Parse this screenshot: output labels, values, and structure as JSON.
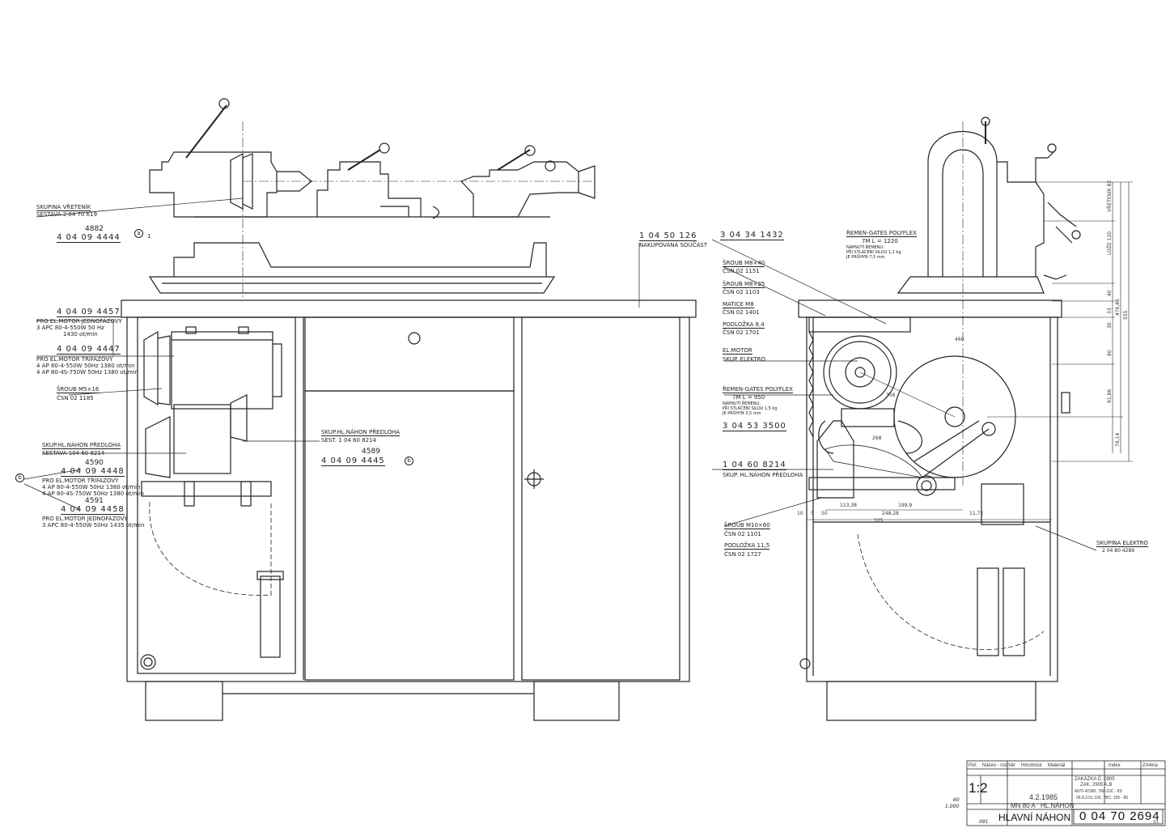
{
  "left_view": {
    "spindle_group": {
      "title": "SKUPINA  VŘETENÍK",
      "assembly": "SESTAVA  2 04 70 619",
      "alt_number": "4882",
      "number": "4 04 09 4444",
      "ref": "a",
      "mark": "1"
    },
    "purchased": {
      "number": "1 04 50  126",
      "text": "NAKUPOVANÁ SOUČÁST"
    },
    "motor_single_1": {
      "number": "4 04 09 4457",
      "line1": "PRO EL.MOTOR JEDNOFÁZOVÝ",
      "line2": "3 APC 80-4-550W 50 Hz",
      "line3": "1430 ot/min"
    },
    "motor_three_1": {
      "number": "4 04 09 4447",
      "line1": "PRO EL.MOTOR TŘÍFÁZOVÝ",
      "line2": "4 AP 80-4-550W 50Hz 1380 ot/min",
      "line3": "4 AP 80-4S-750W 50Hz 1380 ot/min"
    },
    "screw_m5": {
      "title": "ŠROUB M5×16",
      "std": "ČSN  02 1185"
    },
    "countershaft_left": {
      "title": "SKUP.HL.NÁHON PŘEDLOHA",
      "assembly": "SESTAVA  104 60 8214"
    },
    "motor_three_2": {
      "alt_number": "4590",
      "number": "4 04 09 4448",
      "line1": "PRO EL.MOTOR TŘÍFÁZOVÝ",
      "line2": "4 AP 80-4-550W 50Hz 1380 ot/min",
      "line3": "4 AP 80-4S-750W 50Hz 1380 ot/min"
    },
    "motor_single_2": {
      "alt_number": "4591",
      "number": "4 04 09 4458",
      "line1": "PRO EL.MOTOR JEDNOFÁZOVÝ",
      "line2": "3 APC 80-4-550W 50Hz 1435 ot/min"
    },
    "ref_b": "b",
    "countershaft_center": {
      "title": "SKUP.HL.NÁHON PŘEDLOHA",
      "assembly": "SEST.  1 04 60 8214",
      "alt_number": "4589",
      "number": "4 04 09 4445",
      "ref": "b"
    }
  },
  "right_view": {
    "part1": {
      "number": "3 04 34 1432"
    },
    "belt1": {
      "title": "ŘEMEN-GATES POLYFLEX",
      "spec": "7M   L = 1220",
      "line1": "NAPNUTÍ ŘEMENU:",
      "line2": "PŘI STLAČENÍ SILOU 1,2 kg",
      "line3": "JE PRŮHYB  7,5 mm"
    },
    "screw_m8x40": {
      "title": "ŠROUB M8×40",
      "std": "ČSN  02 1151"
    },
    "screw_m8x25": {
      "title": "ŠROUB M8×25",
      "std": "ČSN  02 1103"
    },
    "nut_m8": {
      "title": "MATICE  M8",
      "std": "ČSN  02 1401"
    },
    "washer_84": {
      "title": "PODLOŽKA 8,4",
      "std": "ČSN  02 1701"
    },
    "motor": {
      "title": "EL.MOTOR",
      "group": "SKUP. ELEKTRO"
    },
    "belt2": {
      "title": "ŘEMEN-GATES POLYFLEX",
      "spec": "7M   L = 950",
      "line1": "NAPNUTÍ ŘEMENU:",
      "line2": "PŘI STLAČENÍ SILOU 1,5 kg",
      "line3": "JE PRŮHYB  3,5 mm"
    },
    "part2": {
      "number": "3 04 53 3500"
    },
    "countershaft": {
      "number": "1 04 60 8214",
      "text": "SKUP. HL.NÁHON PŘEDLOHA"
    },
    "screw_m10": {
      "title": "ŠROUB M10×60",
      "std": "ČSN  02 1101"
    },
    "washer_115": {
      "title": "PODLOŽKA 11,5",
      "std": "ČSN  02 1727"
    },
    "electro_group": {
      "title": "SKUPINA ELEKTRO",
      "number": "2 04 80 4289"
    },
    "dims_vertical": [
      "VŘETENÍK 82",
      "LOŽE 120",
      "40",
      "33",
      "30",
      "80",
      "91,86",
      "78,14",
      "476,86",
      "555"
    ],
    "dims_horizontal": {
      "d10": "10",
      "d5": "5",
      "d50": "50",
      "d113": "113,38",
      "d199": "199,9",
      "d248": "248,28",
      "d325": "325",
      "d11": "11,72",
      "d460": "460",
      "d356": "356",
      "d268": "268"
    }
  },
  "title_block": {
    "scale": "1:2",
    "date": "4.2.1985",
    "machine": "MN 80 A",
    "group": "HL.NÁHON",
    "title": "HLAVNÍ NÁHON",
    "drawing_number": "0 04 70 2694",
    "order1": "ZAKÁZKA  Č. 2905",
    "order2": "ZAK.  2905 A,B",
    "note1": "4070 42380, 7IM-10C - 83",
    "note2": "05.8.3.01.100, 7BC: 105 - 85",
    "headers": [
      "Poř.",
      "Název - rozměr",
      "Hmotnost",
      "Materiál",
      "Index",
      "Změna"
    ],
    "sheet": "1/1"
  },
  "margin_note": {
    "line1": "60",
    "line2": "1,000",
    "code": "091"
  }
}
